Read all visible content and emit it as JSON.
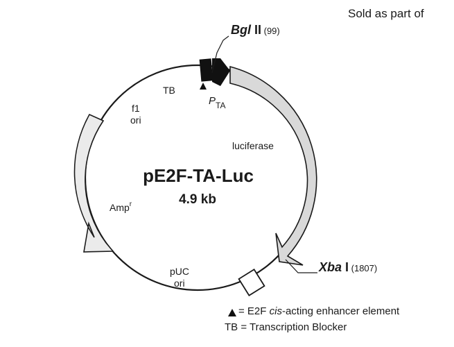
{
  "header_text": "Sold as part of",
  "plasmid": {
    "name": "pE2F-TA-Luc",
    "size": "4.9 kb"
  },
  "features": {
    "tb": "TB",
    "f1_line1": "f1",
    "f1_line2": "ori",
    "luciferase": "luciferase",
    "amp": "Amp",
    "amp_sup": "r",
    "puc_line1": "pUC",
    "puc_line2": "ori",
    "pta_main": "P",
    "pta_sub": "TA"
  },
  "sites": {
    "bgl_italic": "Bgl",
    "bgl_roman": " II",
    "bgl_pos": " (99)",
    "xba_italic": "Xba",
    "xba_roman": " I",
    "xba_pos": " (1807)"
  },
  "legend": {
    "triangle_text": " = E2F ",
    "triangle_italic": "cis",
    "triangle_rest": "-acting enhancer element",
    "tb_text": "TB = Transcription Blocker"
  },
  "colors": {
    "arrow_luciferase": "#d9d9d9",
    "arrow_amp": "#ebebeb",
    "outline": "#1a1a1a"
  }
}
